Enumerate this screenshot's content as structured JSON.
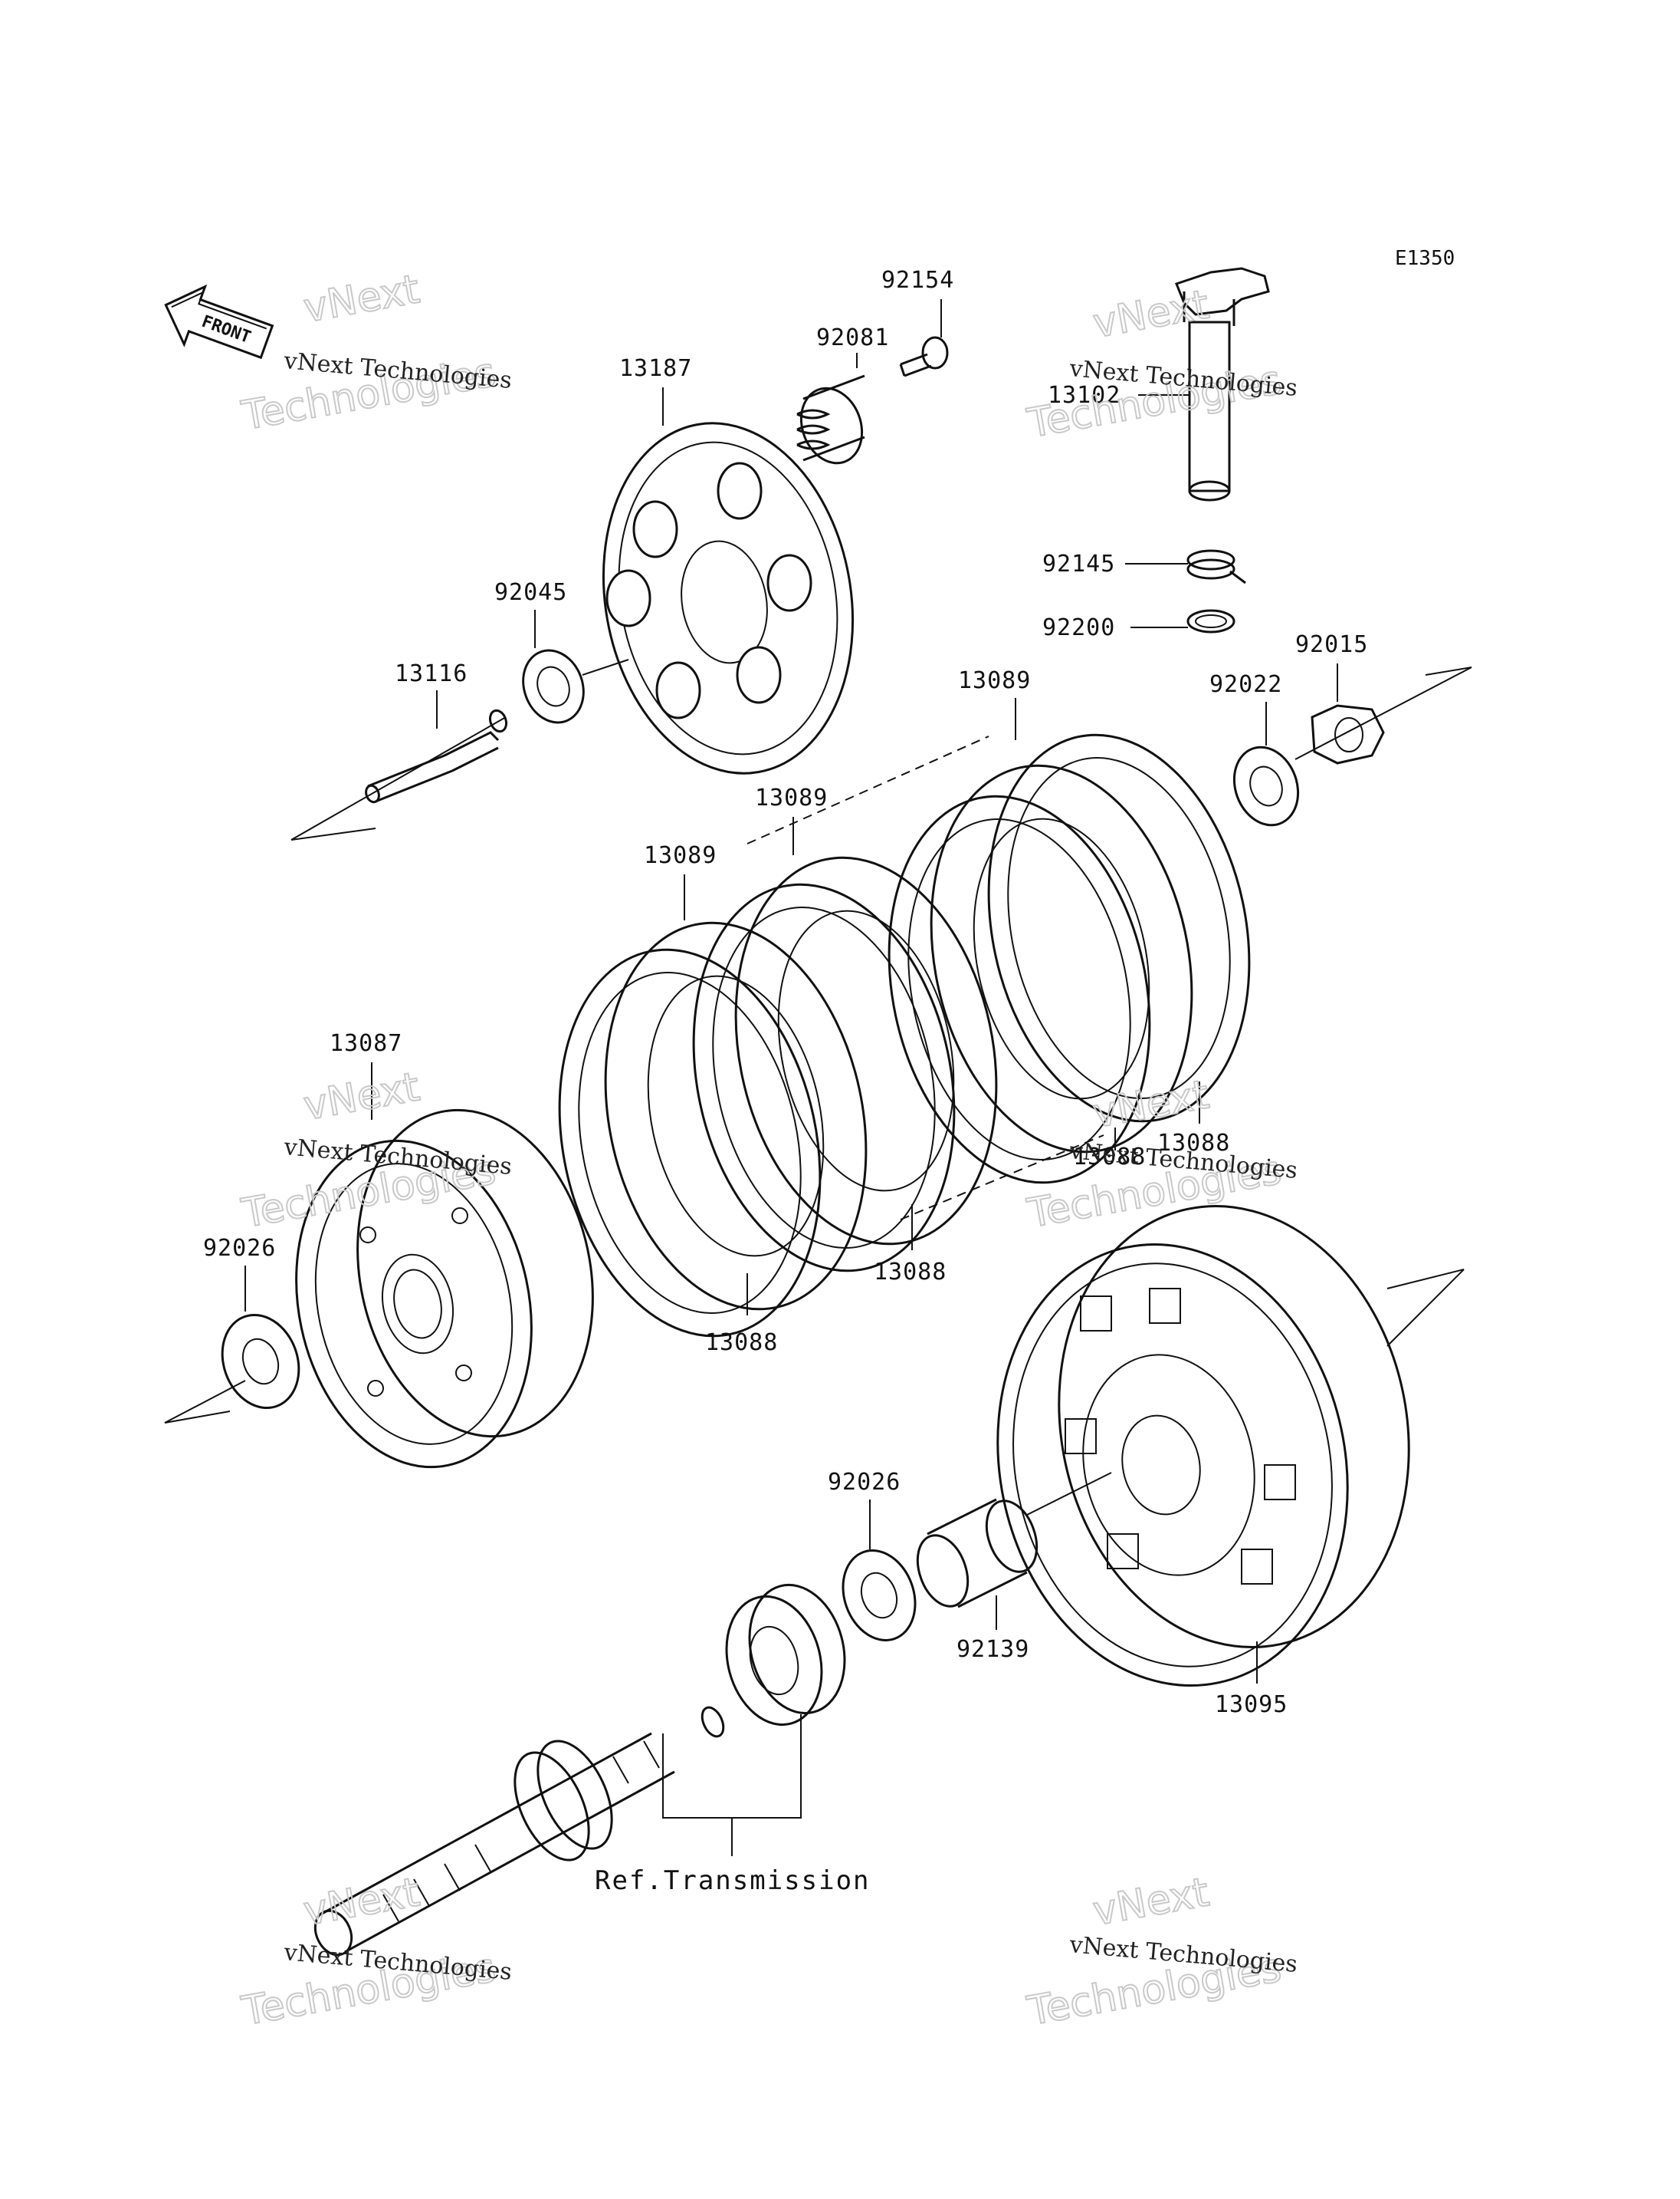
{
  "diagram": {
    "code": "E1350",
    "front_label": "FRONT",
    "ref_label": "Ref.Transmission"
  },
  "watermarks": [
    {
      "id": "wm-top-left",
      "line1": "vNext Technologies",
      "line2": "vNext",
      "line3": "Technologies"
    },
    {
      "id": "wm-top-right",
      "line1": "vNext Technologies",
      "line2": "vNext",
      "line3": "Technologies"
    },
    {
      "id": "wm-mid-left",
      "line1": "vNext Technologies",
      "line2": "vNext",
      "line3": "Technologies"
    },
    {
      "id": "wm-mid-right",
      "line1": "vNext Technologies",
      "line2": "vNext",
      "line3": "Technologies"
    },
    {
      "id": "wm-bot-left",
      "line1": "vNext Technologies",
      "line2": "vNext",
      "line3": "Technologies"
    },
    {
      "id": "wm-bot-right",
      "line1": "vNext Technologies",
      "line2": "vNext",
      "line3": "Technologies"
    }
  ],
  "parts": {
    "p92154": "92154",
    "p92081": "92081",
    "p13187": "13187",
    "p92045": "92045",
    "p13116": "13116",
    "p13102": "13102",
    "p92145": "92145",
    "p92200": "92200",
    "p92022": "92022",
    "p92015": "92015",
    "p13089_a": "13089",
    "p13089_b": "13089",
    "p13089_c": "13089",
    "p13087": "13087",
    "p13088_a": "13088",
    "p13088_b": "13088",
    "p13088_c": "13088",
    "p13088_d": "13088",
    "p92026_a": "92026",
    "p92026_b": "92026",
    "p92139": "92139",
    "p13095": "13095"
  }
}
